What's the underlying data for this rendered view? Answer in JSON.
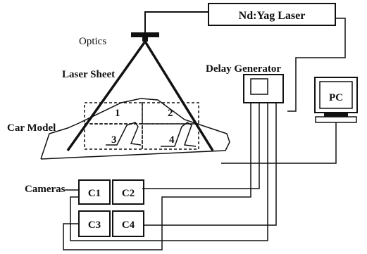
{
  "labels": {
    "laser": "Nd:Yag Laser",
    "optics": "Optics",
    "laser_sheet": "Laser Sheet",
    "delay_generator": "Delay Generator",
    "pc": "PC",
    "car_model": "Car Model",
    "cameras": "Cameras",
    "region_1": "1",
    "region_2": "2",
    "region_3": "3",
    "region_4": "4",
    "cam_1": "C1",
    "cam_2": "C2",
    "cam_3": "C3",
    "cam_4": "C4"
  }
}
